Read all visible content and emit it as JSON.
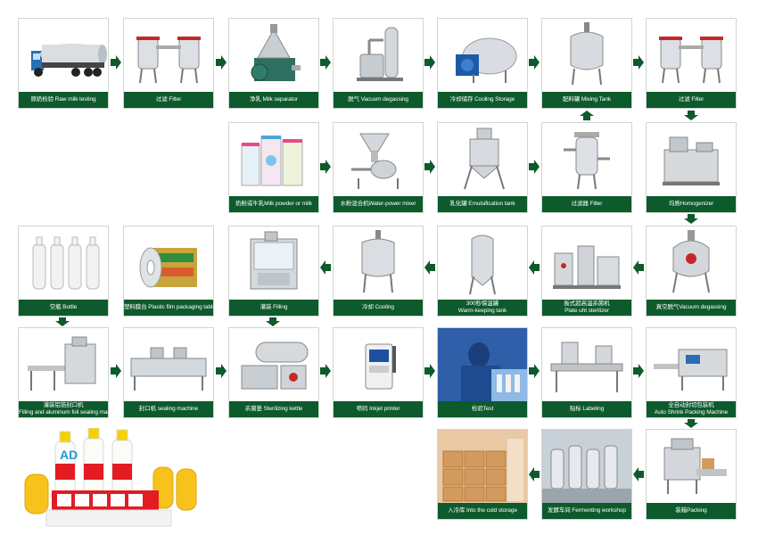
{
  "accent_color": "#0d5a2c",
  "arrow_color": "#0d5a2c",
  "steps": {
    "raw_milk_testing": "原奶检验 Raw milk testing",
    "filter_1": "过滤 Filter",
    "milk_separator": "净乳 Milk separator",
    "vacuum_degassing_1": "脱气 Vacuum degassing",
    "cooling_storage": "冷却储存 Cooling Storage",
    "mixing_tank": "配料罐 Mixing Tank",
    "filter_2": "过滤 Filter",
    "milk_powder": "奶粉或牛乳Milk powder or milk",
    "water_power_mixer": "水粉混合机Water-power mixer",
    "emulsification_tank": "乳化罐 Emulsification tank",
    "filter_3": "过滤器 Filter",
    "homogenizer": "均质Homogenizer",
    "bottle": "空瓶 Bottle",
    "plastic_film": "塑料膜台 Plastic film packaging table",
    "filling": "灌装 Filling",
    "cooling": "冷却 Cooling",
    "warm_keeping_tank_cn": "300秒保温罐",
    "warm_keeping_tank_en": "Warm-keeping tank",
    "plate_sterilizer_cn": "板式超高温杀菌机",
    "plate_sterilizer_en": "Plate uht sterilizer",
    "vacuum_degassing_2": "真空脱气Vacuum degassing",
    "filling_sealing_cn": "灌装铝箔封口机",
    "filling_sealing_en": "Filling and aluminum foil sealing machine",
    "sealing_machine": "封口机 sealing machine",
    "sterilizing_kettle": "杀菌釜 Sterilizing kettle",
    "inkjet_printer": "喷码 Inkjet printer",
    "test": "检验Test",
    "labeling": "贴标 Labeling",
    "shrink_packing_cn": "全自动封切包装机",
    "shrink_packing_en": "Auto Shrink Packing Machine",
    "into_cold_storage": "入冷库 Into the cold storage",
    "fermenting_workshop": "发酵车间 Fermenting workshop",
    "packing": "装箱Packing"
  },
  "icons": {
    "tanker": "tanker-truck-icon",
    "filter": "twin-filter-icon",
    "separator": "centrifugal-separator-icon",
    "degasser": "vacuum-degasser-icon",
    "cooling_tank": "cooling-tank-icon",
    "mixing_tank": "mixing-tank-icon",
    "milk_powder": "milk-powder-cans-icon",
    "mixer": "water-powder-mixer-icon",
    "emulsion_tank": "emulsification-tank-icon",
    "filter_tank": "filter-tank-icon",
    "homogenizer": "homogenizer-icon",
    "bottles": "empty-bottles-icon",
    "film_roll": "film-roll-icon",
    "filling_machine": "filling-machine-icon",
    "cooling_tank_2": "jacketed-cooling-tank-icon",
    "silo": "warm-keeping-silo-icon",
    "uht": "plate-sterilizer-icon",
    "printer": "inkjet-printer-icon",
    "labeler": "labeling-machine-icon",
    "shrink": "shrink-packer-icon",
    "cold_store": "cold-storage-boxes-icon",
    "workshop": "fermenting-workshop-icon",
    "case_packer": "case-packer-icon",
    "products": "yogurt-drink-products-icon"
  },
  "product_brand": "AD"
}
